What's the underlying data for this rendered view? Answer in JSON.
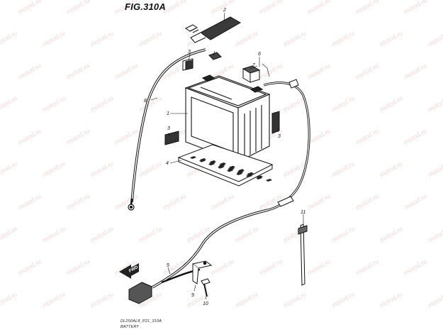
{
  "figure": {
    "title": "FIG.310A",
    "drawing_code": "DL250AL8_P21_310A",
    "section_name": "BATTERY"
  },
  "watermark": {
    "text": "motod.ru",
    "color": "#e9b8b8"
  },
  "direction_arrow": {
    "label": "FWD"
  },
  "callouts": [
    {
      "id": "c1",
      "text": "1",
      "part": "battery"
    },
    {
      "id": "c2",
      "text": "2",
      "part": "battery-band"
    },
    {
      "id": "c3a",
      "text": "3",
      "part": "cushion-upper"
    },
    {
      "id": "c3b",
      "text": "3",
      "part": "cushion-left"
    },
    {
      "id": "c3c",
      "text": "3",
      "part": "cushion-right"
    },
    {
      "id": "c4",
      "text": "4",
      "part": "battery-tray"
    },
    {
      "id": "c5",
      "text": "5",
      "part": "negative-lead"
    },
    {
      "id": "c6",
      "text": "6",
      "part": "fuse-box"
    },
    {
      "id": "c7",
      "text": "7",
      "part": "fuse-cover"
    },
    {
      "id": "c8",
      "text": "8",
      "part": "positive-lead"
    },
    {
      "id": "c9",
      "text": "9",
      "part": "ground-bracket"
    },
    {
      "id": "c10",
      "text": "10",
      "part": "bolt"
    },
    {
      "id": "c11",
      "text": "11",
      "part": "clamp"
    }
  ]
}
